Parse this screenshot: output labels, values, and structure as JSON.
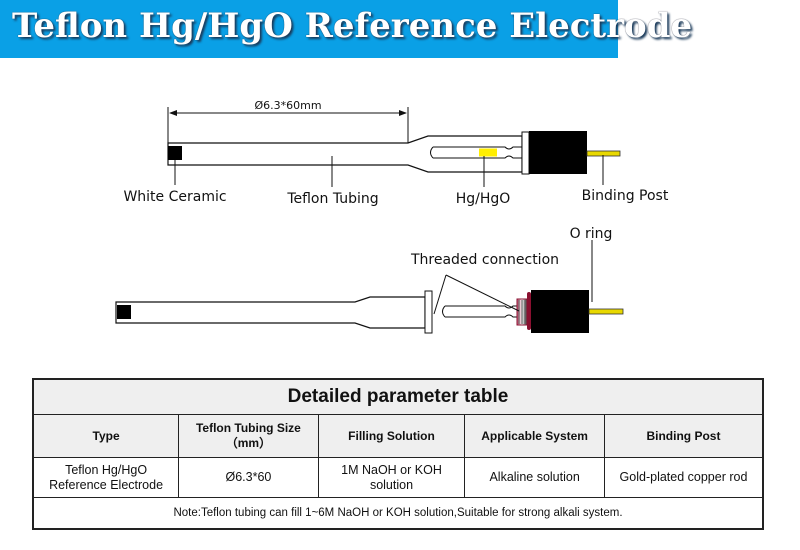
{
  "header": {
    "title": "Teflon Hg/HgO Reference Electrode",
    "background_color": "#0aa0e6"
  },
  "diagram_top": {
    "dimension_label": "Ø6.3*60mm",
    "labels": {
      "white_ceramic": "White Ceramic",
      "teflon_tubing": "Teflon Tubing",
      "hg_hgo": "Hg/HgO",
      "binding_post": "Binding Post"
    }
  },
  "diagram_bottom": {
    "labels": {
      "o_ring": "O ring",
      "threaded_connection": "Threaded connection"
    }
  },
  "colors": {
    "hg_hgo_fill": "#ffee00",
    "binding_post_fill": "#e8d800",
    "cap_fill": "#000000",
    "o_ring": "#8a1030"
  },
  "table": {
    "title": "Detailed parameter table",
    "columns": [
      "Type",
      "Teflon Tubing Size",
      "Filling Solution",
      "Applicable System",
      "Binding Post"
    ],
    "column_subtitle_1": "（mm）",
    "rows": [
      {
        "type_line1": "Teflon Hg/HgO",
        "type_line2": "Reference Electrode",
        "size": "Ø6.3*60",
        "filling_line1": "1M NaOH or KOH",
        "filling_line2": "solution",
        "system": "Alkaline solution",
        "post": "Gold-plated copper rod"
      }
    ],
    "note": "Note:Teflon tubing can fill 1~6M NaOH or KOH solution,Suitable for strong alkali system."
  }
}
